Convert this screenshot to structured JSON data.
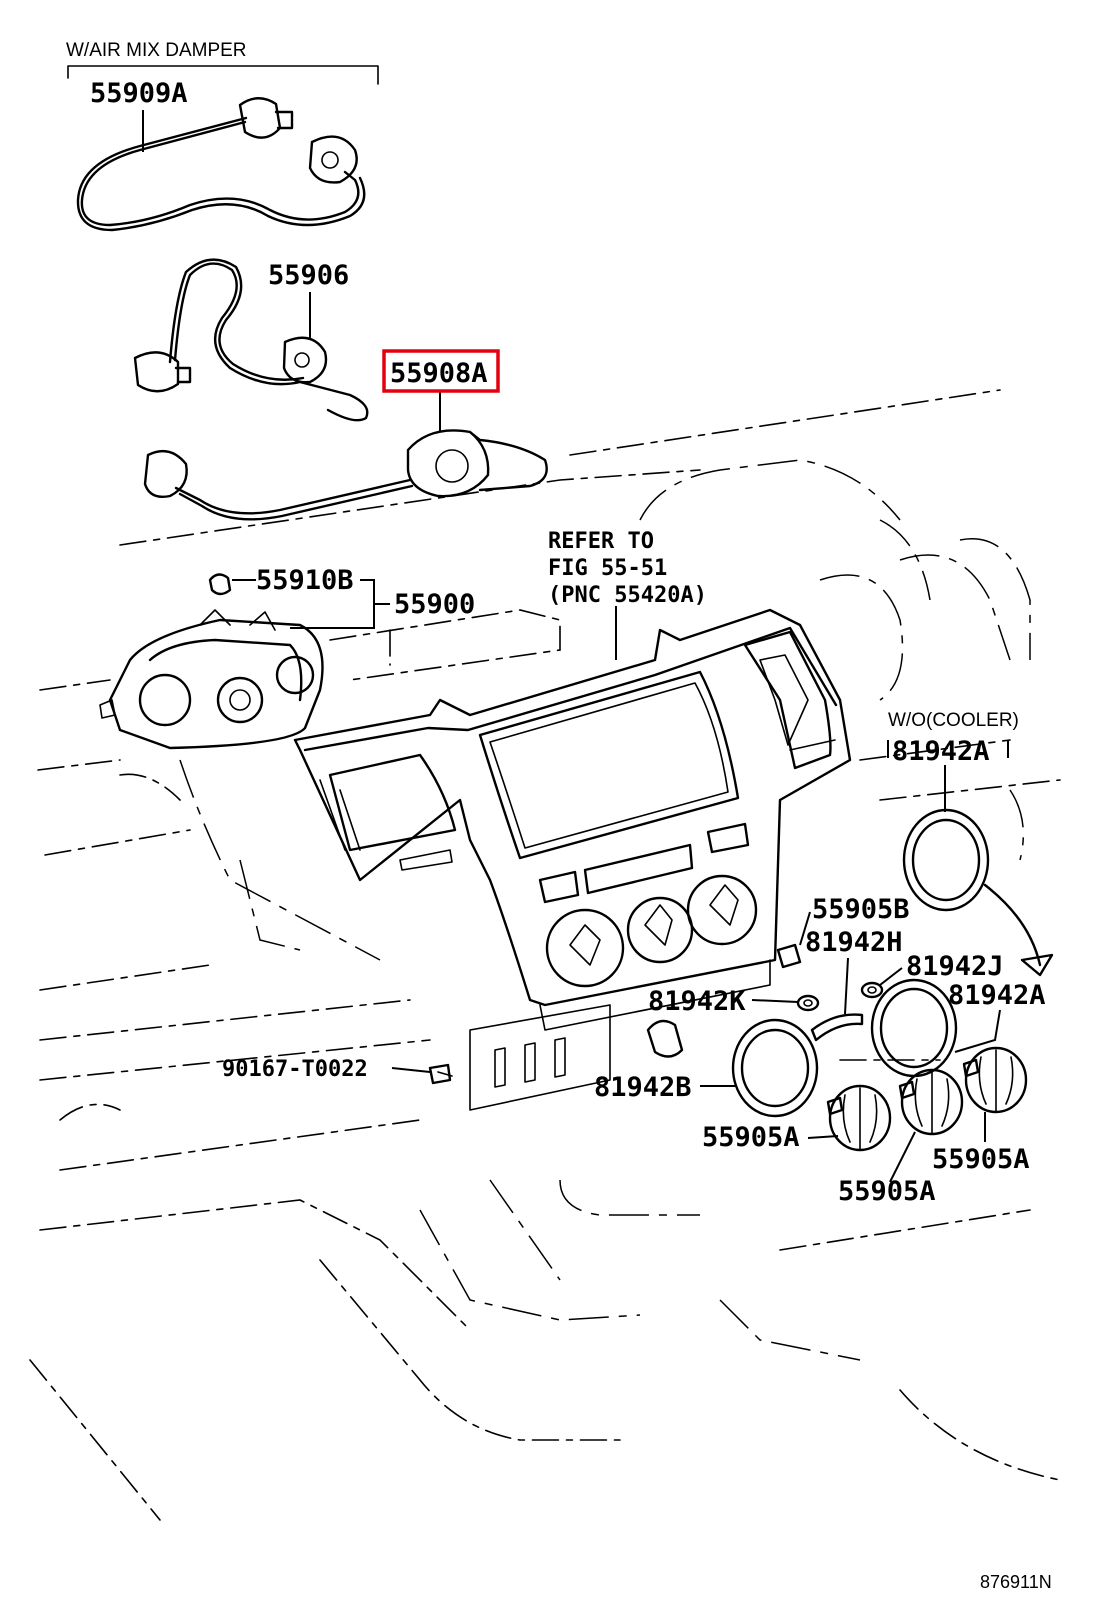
{
  "notes": {
    "air_mix": "W/AIR MIX DAMPER",
    "wo_cooler": "W/O(COOLER)",
    "refer_line1": "REFER TO",
    "refer_line2": "FIG 55-51",
    "refer_line3": "(PNC 55420A)"
  },
  "parts": {
    "p55909A": "55909A",
    "p55906": "55906",
    "p55908A": "55908A",
    "p55910B": "55910B",
    "p55900": "55900",
    "p81942A_top": "81942A",
    "p55905B": "55905B",
    "p81942H": "81942H",
    "p81942J": "81942J",
    "p81942K": "81942K",
    "p81942A": "81942A",
    "p90167": "90167-T0022",
    "p81942B": "81942B",
    "p55905A_1": "55905A",
    "p55905A_2": "55905A",
    "p55905A_3": "55905A"
  },
  "highlighted_part": "55908A",
  "highlight_color": "#e3000f",
  "figure_id": "876911N"
}
